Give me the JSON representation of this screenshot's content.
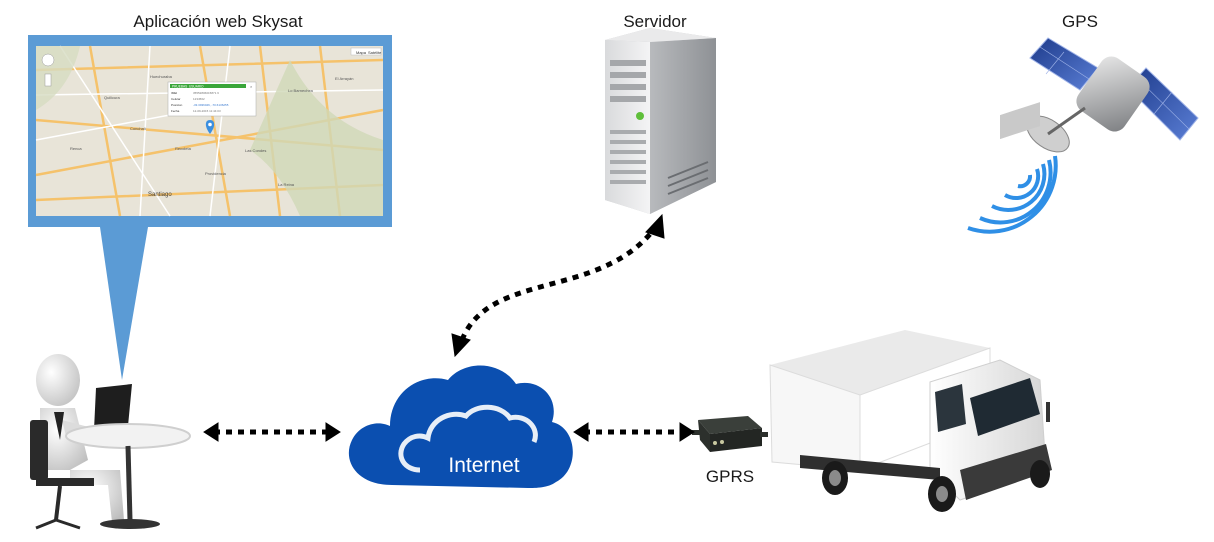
{
  "labels": {
    "web_app": "Aplicación web Skysat",
    "server": "Servidor",
    "gps": "GPS",
    "internet": "Internet",
    "gprs": "GPRS"
  },
  "map": {
    "map_toggle": "Mapa",
    "satellite_toggle": "Satélite",
    "popup_header": "PRUEBAS_USUARIO",
    "popup_rows": [
      {
        "key": "IMEI",
        "value": "35552806015871 6"
      },
      {
        "key": "Celular",
        "value": "1234562"
      },
      {
        "key": "Posicion",
        "value": "-33.3936046, -70.6136255"
      },
      {
        "key": "Fecha",
        "value": "12-09-2015 11:44:03"
      }
    ],
    "places": [
      "Quilicura",
      "Huechuraba",
      "Recoleta",
      "Providencia",
      "Las Condes",
      "Santiago",
      "La Reina",
      "El Arrayán",
      "Lo Barnechea",
      "Conchalí",
      "Renca"
    ]
  },
  "colors": {
    "panel_blue": "#5b9bd5",
    "cloud_blue": "#0b4fb0",
    "arrow": "#000000"
  }
}
